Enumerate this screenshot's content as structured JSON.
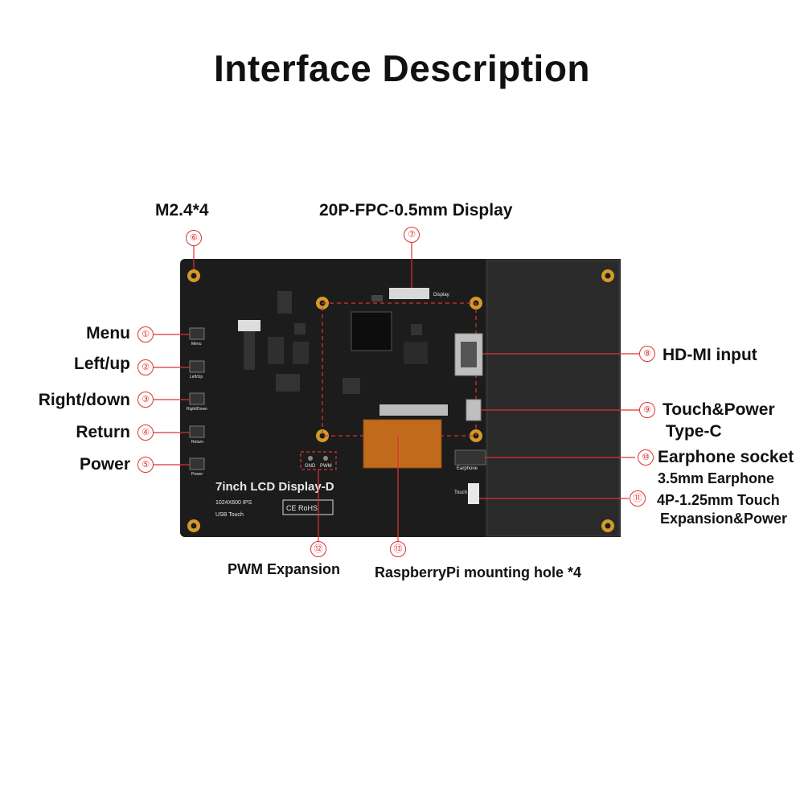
{
  "title": "Interface Description",
  "labels": {
    "m24": "M2.4*4",
    "fpc": "20P-FPC-0.5mm Display",
    "menu": "Menu",
    "leftup": "Left/up",
    "rightdown": "Right/down",
    "return": "Return",
    "power": "Power",
    "hdmi": "HD-MI input",
    "typec_1": "Touch&Power",
    "typec_2": "Type-C",
    "earphone_1": "Earphone socket",
    "earphone_2": "3.5mm Earphone",
    "touch_1": "4P-1.25mm Touch",
    "touch_2": "Expansion&Power",
    "pwm": "PWM Expansion",
    "rpi": "RaspberryPi mounting hole *4"
  },
  "numbers": {
    "n1": "①",
    "n2": "②",
    "n3": "③",
    "n4": "④",
    "n5": "⑤",
    "n6": "⑥",
    "n7": "⑦",
    "n8": "⑧",
    "n9": "⑨",
    "n10": "⑩",
    "n11": "⑪",
    "n12": "⑫",
    "n13": "⑬"
  },
  "board": {
    "name": "7inch LCD Display-D",
    "spec": "1024X600 IPS",
    "touch": "USB Touch",
    "display": "Display",
    "gnd": "GND",
    "pwm": "PWM",
    "earphone": "Earphone",
    "touch_conn": "Touch",
    "btn_menu": "Menu",
    "btn_leftup": "Left/Up",
    "btn_rightdown": "Right/Down",
    "btn_return": "Return",
    "btn_power": "Power",
    "cert": "CE RoHS"
  },
  "colors": {
    "accent": "#e03030",
    "board": "#1c1c1c",
    "gold": "#d39a2a"
  }
}
